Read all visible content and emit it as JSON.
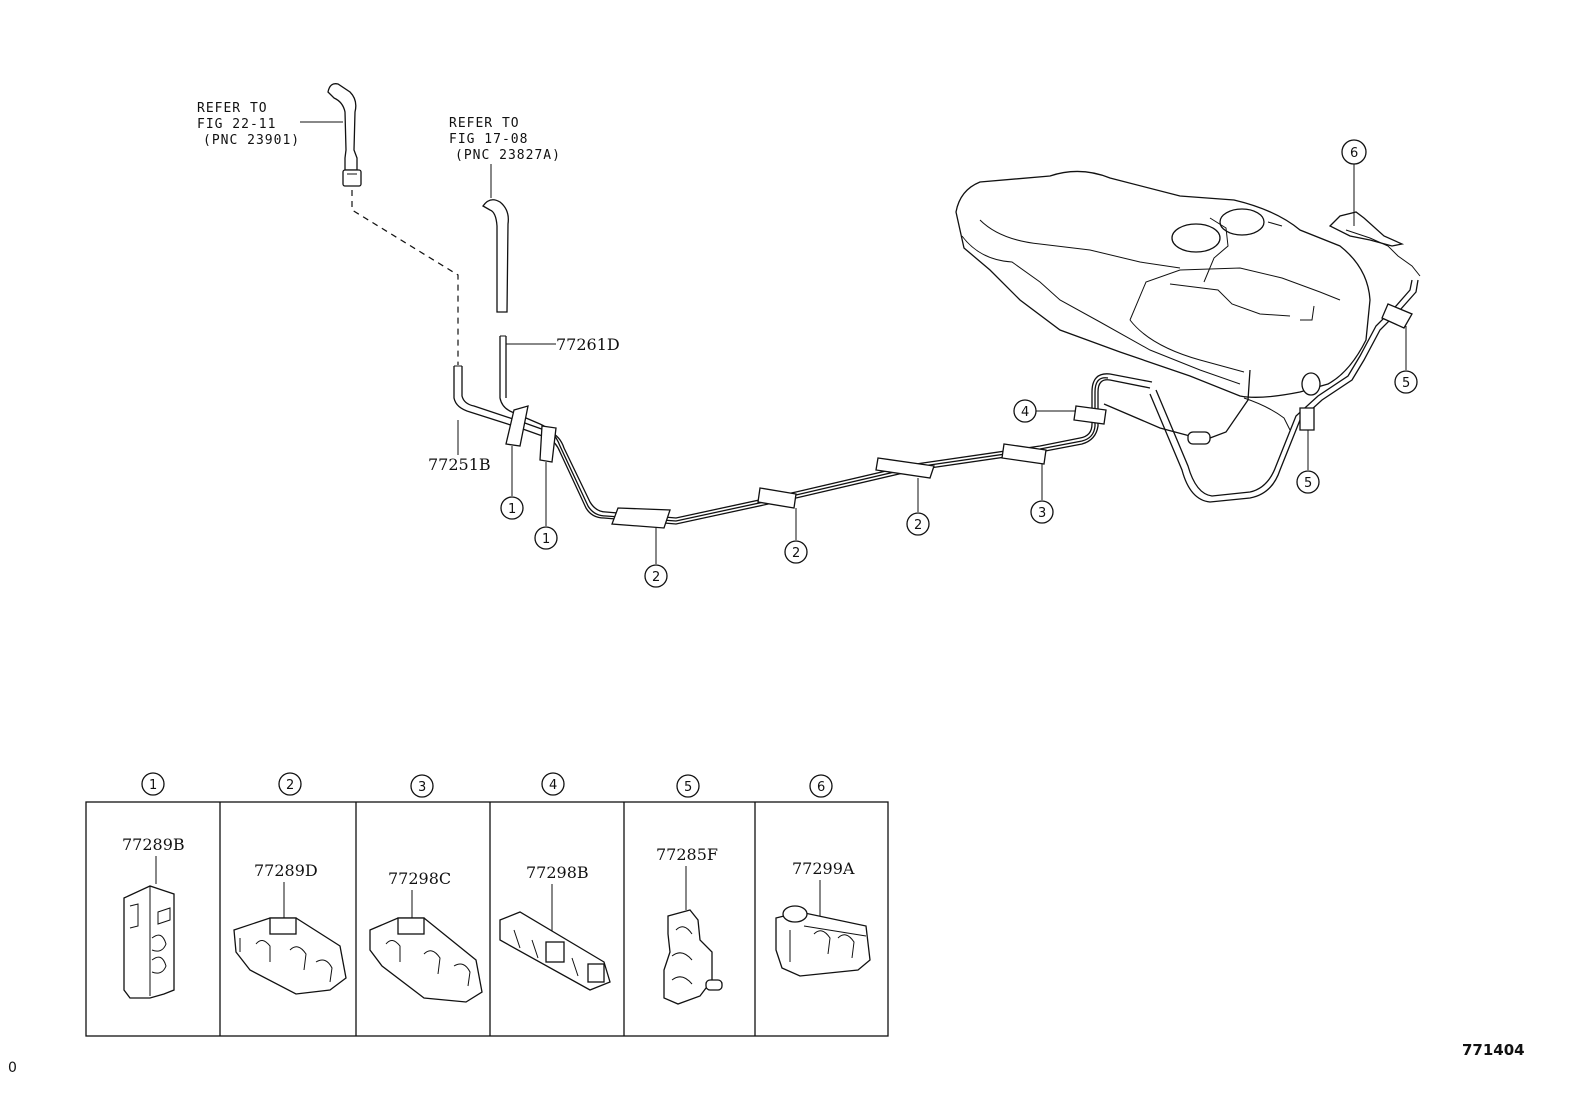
{
  "diagram": {
    "refs": [
      {
        "id": "ref-1",
        "lines": [
          "REFER TO",
          "FIG 22-11",
          "(PNC 23901)"
        ]
      },
      {
        "id": "ref-2",
        "lines": [
          "REFER TO",
          "FIG 17-08",
          "(PNC 23827A)"
        ]
      }
    ],
    "part_labels": {
      "p77261d": "77261D",
      "p77251b": "77251B"
    },
    "callouts": [
      "1",
      "1",
      "2",
      "2",
      "2",
      "3",
      "4",
      "5",
      "5",
      "6"
    ],
    "clip_table": [
      {
        "num": "1",
        "part": "77289B"
      },
      {
        "num": "2",
        "part": "77289D"
      },
      {
        "num": "3",
        "part": "77298C"
      },
      {
        "num": "4",
        "part": "77298B"
      },
      {
        "num": "5",
        "part": "77285F"
      },
      {
        "num": "6",
        "part": "77299A"
      }
    ],
    "figure_code": "771404",
    "corner_mark": "0"
  }
}
